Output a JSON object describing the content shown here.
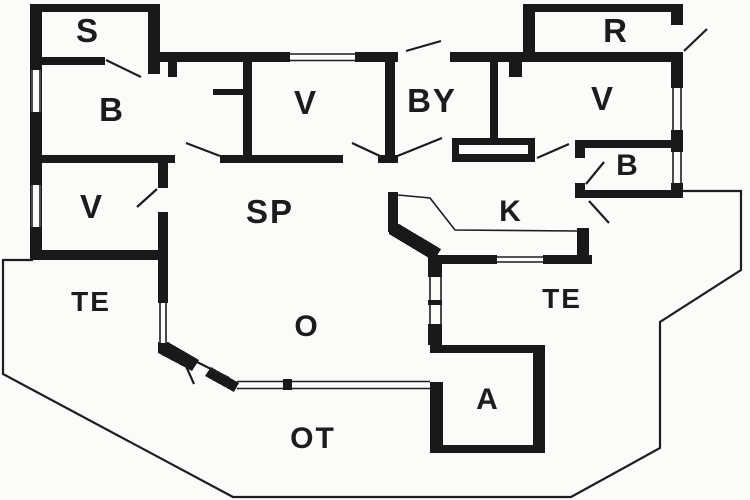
{
  "plan": {
    "type": "floor-plan",
    "colors": {
      "wall": "#191919",
      "background": "#fbfbf9"
    }
  },
  "rooms": [
    {
      "id": "s",
      "label": "S"
    },
    {
      "id": "b-northwest",
      "label": "B"
    },
    {
      "id": "v-west",
      "label": "V"
    },
    {
      "id": "v-center",
      "label": "V"
    },
    {
      "id": "by",
      "label": "BY"
    },
    {
      "id": "r",
      "label": "R"
    },
    {
      "id": "v-east",
      "label": "V"
    },
    {
      "id": "b-east",
      "label": "B"
    },
    {
      "id": "k",
      "label": "K"
    },
    {
      "id": "sp",
      "label": "SP"
    },
    {
      "id": "te-west",
      "label": "TE"
    },
    {
      "id": "o",
      "label": "O"
    },
    {
      "id": "te-east",
      "label": "TE"
    },
    {
      "id": "a",
      "label": "A"
    },
    {
      "id": "ot",
      "label": "OT"
    }
  ]
}
